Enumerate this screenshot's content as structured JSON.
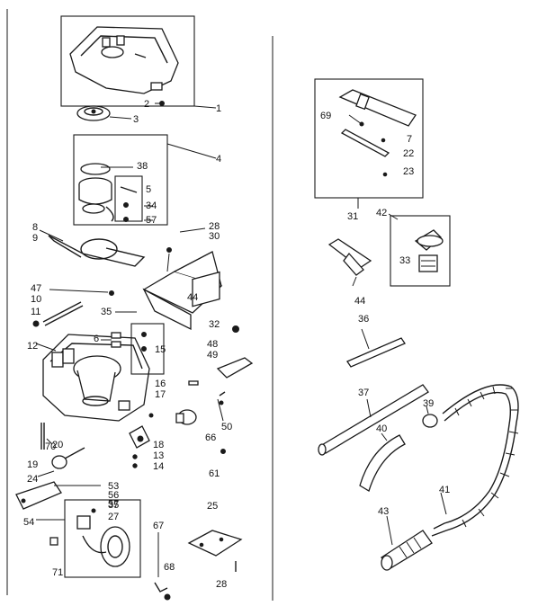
{
  "labels": {
    "p1": "1",
    "p2": "2",
    "p3": "3",
    "p4": "4",
    "p5": "5",
    "p6": "6",
    "p7": "7",
    "p8": "8",
    "p9": "9",
    "p10": "10",
    "p11": "11",
    "p12": "12",
    "p13": "13",
    "p14": "14",
    "p15": "15",
    "p16": "16",
    "p17": "17",
    "p18": "18",
    "p19": "19",
    "p20": "20",
    "p22": "22",
    "p23": "23",
    "p24": "24",
    "p25": "25",
    "p27": "27",
    "p28a": "28",
    "p28b": "28",
    "p30": "30",
    "p31": "31",
    "p32": "32",
    "p33": "33",
    "p34": "34",
    "p35": "35",
    "p35b": "35",
    "p36": "36",
    "p37": "37",
    "p38": "38",
    "p39": "39",
    "p40": "40",
    "p41": "41",
    "p42": "42",
    "p43": "43",
    "p44": "44",
    "p47": "47",
    "p48": "48",
    "p49": "49",
    "p50": "50",
    "p53": "53",
    "p54": "54",
    "p56": "56",
    "p57": "57",
    "p57b": "57",
    "p61": "61",
    "p66": "66",
    "p67": "67",
    "p68": "68",
    "p69": "69",
    "p70": "70",
    "p71": "71"
  },
  "colors": {
    "ink": "#1a1a1a",
    "paper": "#ffffff"
  }
}
